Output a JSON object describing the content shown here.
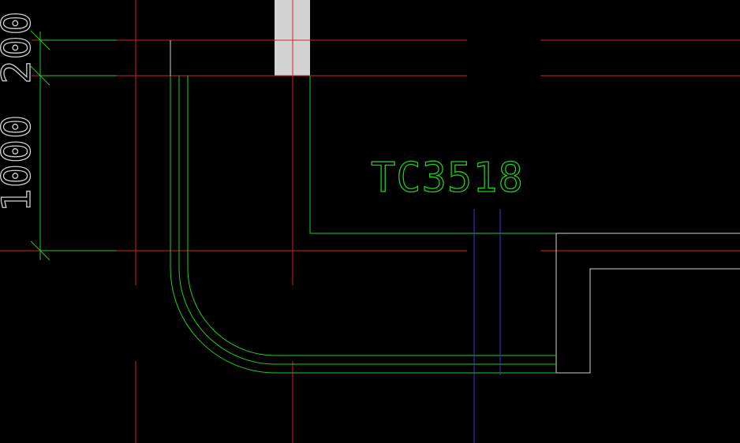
{
  "colors": {
    "background": "#000000",
    "axis": "#d42020",
    "wall": "#22cc22",
    "outline": "#cfcfcf",
    "window": "#3a3acc",
    "column_fill": "#d3d3d3"
  },
  "window_label": "TC3518",
  "dimension_left": {
    "main_value": "1000",
    "partial_value": "200"
  }
}
